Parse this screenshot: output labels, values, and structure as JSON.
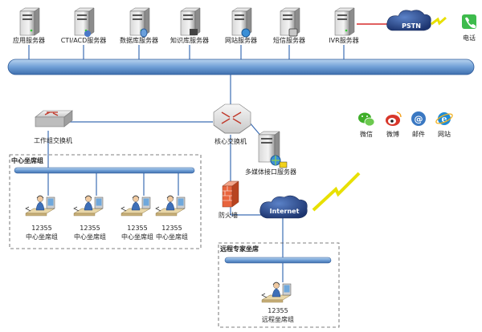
{
  "servers": [
    {
      "label": "应用服务器",
      "name": "app-server"
    },
    {
      "label": "CTI/ACD服务器",
      "name": "cti-acd-server"
    },
    {
      "label": "数据库服务器",
      "name": "database-server"
    },
    {
      "label": "知识库服务器",
      "name": "knowledge-server"
    },
    {
      "label": "网站服务器",
      "name": "web-server"
    },
    {
      "label": "短信服务器",
      "name": "sms-server"
    },
    {
      "label": "IVR服务器",
      "name": "ivr-server"
    }
  ],
  "pstn": "PSTN",
  "phone": "电话",
  "work_switch": "工作组交换机",
  "core_switch": "核心交换机",
  "media_server": "多媒体接口服务器",
  "firewall": "防火墙",
  "internet": "Internet",
  "center_group": {
    "title": "中心坐席组",
    "seats": [
      {
        "number": "12355",
        "label": "中心坐席组"
      },
      {
        "number": "12355",
        "label": "中心坐席组"
      },
      {
        "number": "12355",
        "label": "中心坐席组"
      },
      {
        "number": "12355",
        "label": "中心坐席组"
      }
    ]
  },
  "remote_group": {
    "title": "远程专家坐席",
    "seat": {
      "number": "12355",
      "label": "远程坐席组"
    }
  },
  "channels": [
    {
      "label": "微信",
      "icon": "wechat-icon",
      "color": "#3fae29"
    },
    {
      "label": "微博",
      "icon": "weibo-icon",
      "color": "#d8362a"
    },
    {
      "label": "邮件",
      "icon": "mail-icon",
      "color": "#3a78c2"
    },
    {
      "label": "网站",
      "icon": "ie-icon",
      "color": "#1f8bd6"
    }
  ]
}
